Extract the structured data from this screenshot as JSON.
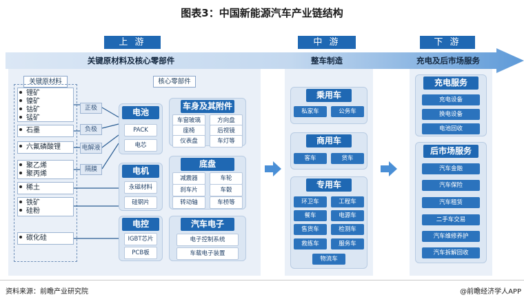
{
  "title": "图表3：中国新能源汽车产业链结构",
  "stages": {
    "upstream": {
      "tag": "上  游",
      "label": "关键原材料及核心零部件"
    },
    "midstream": {
      "tag": "中  游",
      "label": "整车制造"
    },
    "downstream": {
      "tag": "下  游",
      "label": "充电及后市场服务"
    }
  },
  "upstream": {
    "materials_title": "关键原材料",
    "components_title": "核心零部件",
    "materials": [
      [
        "锂矿",
        "镍矿",
        "钴矿",
        "锰矿"
      ],
      [
        "石墨"
      ],
      [
        "六氟磷酸锂"
      ],
      [
        "聚乙烯",
        "聚丙烯"
      ],
      [
        "稀土"
      ],
      [
        "铁矿",
        "硅粉"
      ],
      [
        "碳化硅"
      ]
    ],
    "processes": [
      "正极",
      "负极",
      "电解液",
      "隔膜"
    ],
    "battery": {
      "head": "电池",
      "items": [
        "PACK",
        "电芯"
      ]
    },
    "motor": {
      "head": "电机",
      "items": [
        "永磁材料",
        "硅钢片"
      ]
    },
    "control": {
      "head": "电控",
      "items": [
        "IGBT芯片",
        "PCB板"
      ]
    },
    "body": {
      "head": "车身及其附件",
      "items": [
        "车窗玻璃",
        "方向盘",
        "座椅",
        "后视镜",
        "仪表盘",
        "车灯等"
      ]
    },
    "chassis": {
      "head": "底盘",
      "items": [
        "减震器",
        "车轮",
        "刹车片",
        "车毂",
        "转动轴",
        "车桥等"
      ]
    },
    "electronics": {
      "head": "汽车电子",
      "items": [
        "电子控制系统",
        "车载电子装置"
      ]
    }
  },
  "midstream": {
    "passenger": {
      "head": "乘用车",
      "items": [
        "私家车",
        "公务车"
      ]
    },
    "commercial": {
      "head": "商用车",
      "items": [
        "客车",
        "货车"
      ]
    },
    "special": {
      "head": "专用车",
      "items": [
        "环卫车",
        "工程车",
        "餐车",
        "电源车",
        "售货车",
        "检测车",
        "救练车",
        "服务车",
        "物流车"
      ]
    }
  },
  "downstream": {
    "charging": {
      "head": "充电服务",
      "items": [
        "充电设备",
        "换电设备",
        "电池回收"
      ]
    },
    "after": {
      "head": "后市场服务",
      "items": [
        "汽车金融",
        "汽车保险",
        "汽车租赁",
        "二手车交易",
        "汽车维修养护",
        "汽车拆解回收"
      ]
    }
  },
  "footer": {
    "source": "资料来源：前瞻产业研究院",
    "brand": "@前瞻经济学人APP"
  },
  "colors": {
    "primary": "#1f68b3",
    "panel": "#eaf0f8",
    "arrow": "#4a8fd6"
  }
}
